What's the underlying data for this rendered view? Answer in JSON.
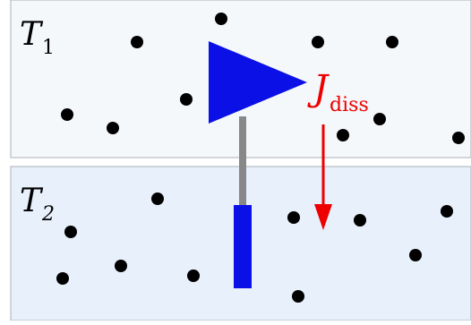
{
  "reservoirs": {
    "top": {
      "label": "T",
      "subscript": "1",
      "fill": "#f5f8fb",
      "border": "#b7bcc2"
    },
    "bottom": {
      "label": "T",
      "subscript": "2",
      "fill": "#e7f0fb",
      "border": "#b7bcc2"
    }
  },
  "flux": {
    "label": "J",
    "subscript": "diss",
    "color": "#ee0000"
  },
  "device": {
    "triangle_color": "#0a10e6",
    "rod_color": "#888888",
    "bar_color": "#0a10e6"
  },
  "particles": {
    "color": "#000000"
  }
}
